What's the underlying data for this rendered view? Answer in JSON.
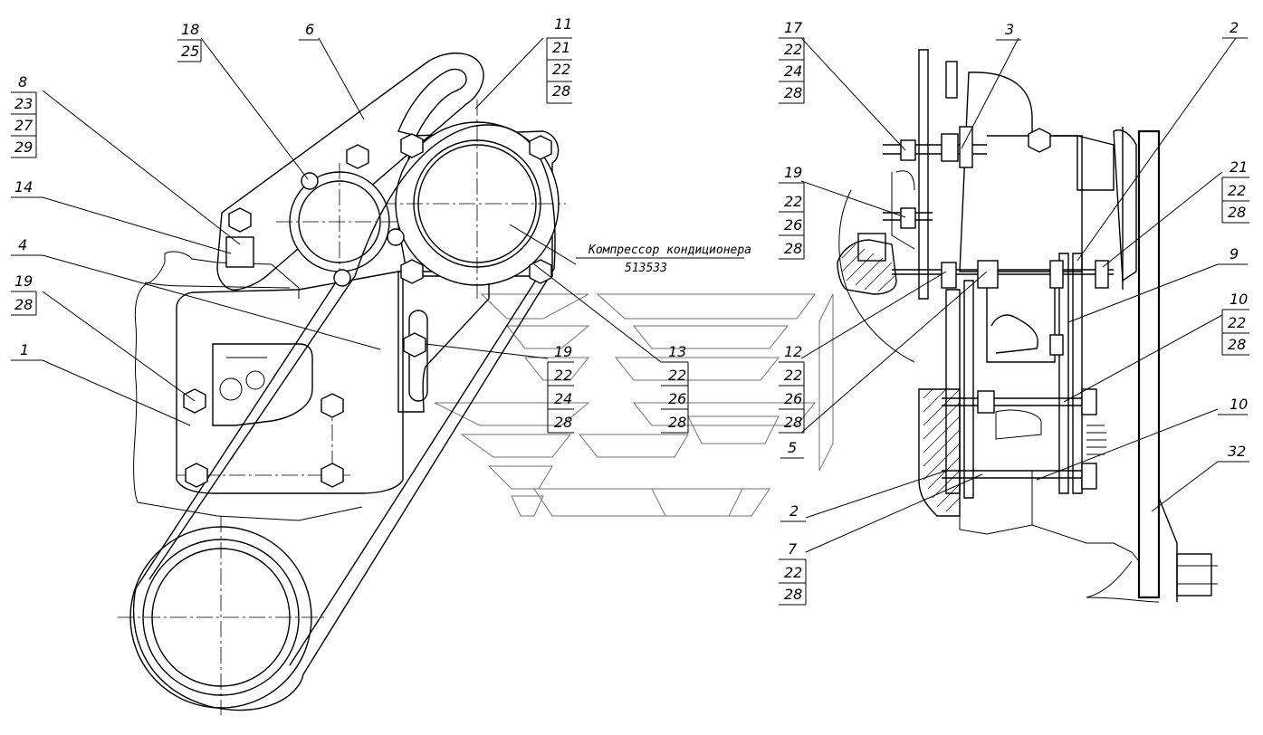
{
  "callouts": {
    "c18": [
      "18",
      "25"
    ],
    "c6": [
      "6"
    ],
    "c11": [
      "11",
      "21",
      "22",
      "28"
    ],
    "c8": [
      "8",
      "23",
      "27",
      "29"
    ],
    "c14": [
      "14"
    ],
    "c4": [
      "4"
    ],
    "c19a": [
      "19",
      "28"
    ],
    "c1": [
      "1"
    ],
    "c19b": [
      "19",
      "22",
      "24",
      "28"
    ],
    "c13": [
      "13",
      "22",
      "26",
      "28"
    ],
    "c17": [
      "17",
      "22",
      "24",
      "28"
    ],
    "c3": [
      "3"
    ],
    "c2a": [
      "2"
    ],
    "c19c": [
      "19",
      "22",
      "26",
      "28"
    ],
    "c21": [
      "21",
      "22",
      "28"
    ],
    "c9": [
      "9"
    ],
    "c10a": [
      "10",
      "22",
      "28"
    ],
    "c12": [
      "12",
      "22",
      "26",
      "28"
    ],
    "c5": [
      "5"
    ],
    "c10b": [
      "10"
    ],
    "c32": [
      "32"
    ],
    "c2b": [
      "2"
    ],
    "c7": [
      "7",
      "22",
      "28"
    ]
  },
  "compressor_label": {
    "name": "Компрессор кондиционера",
    "code": "513533"
  },
  "icons": [
    "hex-bolt-icon",
    "watermark-logo-icon"
  ]
}
